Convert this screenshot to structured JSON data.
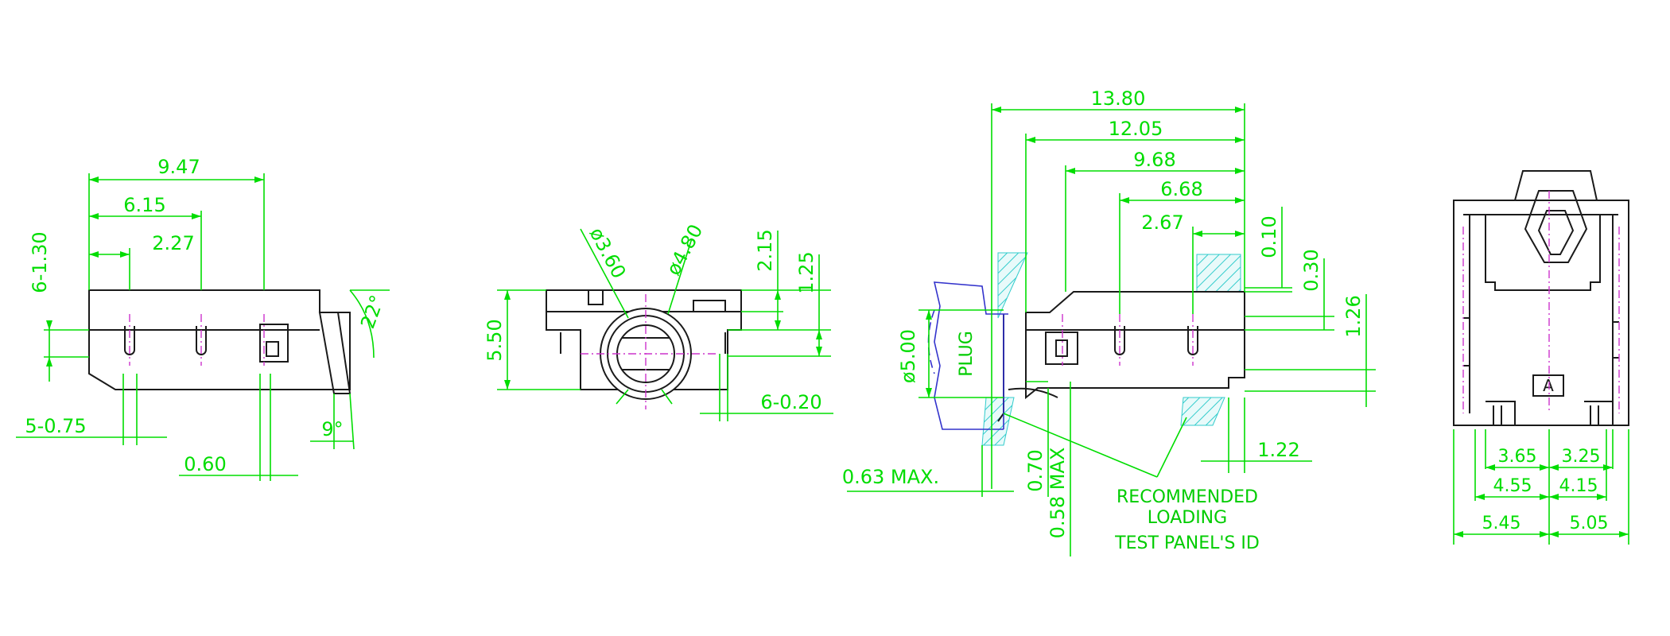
{
  "side_view": {
    "dims": [
      "9.47",
      "6.15",
      "2.27",
      "6-1.30",
      "5-0.75",
      "0.60",
      "22°",
      "9°"
    ]
  },
  "front_view": {
    "dims": [
      "ø3.60",
      "ø4.80",
      "5.50",
      "2.15",
      "1.25",
      "6-0.20"
    ]
  },
  "section_view": {
    "dims": [
      "13.80",
      "12.05",
      "9.68",
      "6.68",
      "2.67",
      "0.10",
      "0.30",
      "1.26",
      "ø5.00",
      "1.22",
      "0.63 MAX.",
      "0.70",
      "0.58 MAX"
    ],
    "plug_label": "PLUG",
    "note_lines": [
      "RECOMMENDED",
      "LOADING",
      "TEST PANEL'S ID"
    ]
  },
  "bottom_view": {
    "marker": "A",
    "dims": [
      "3.65",
      "3.25",
      "4.55",
      "4.15",
      "5.45",
      "5.05"
    ]
  }
}
